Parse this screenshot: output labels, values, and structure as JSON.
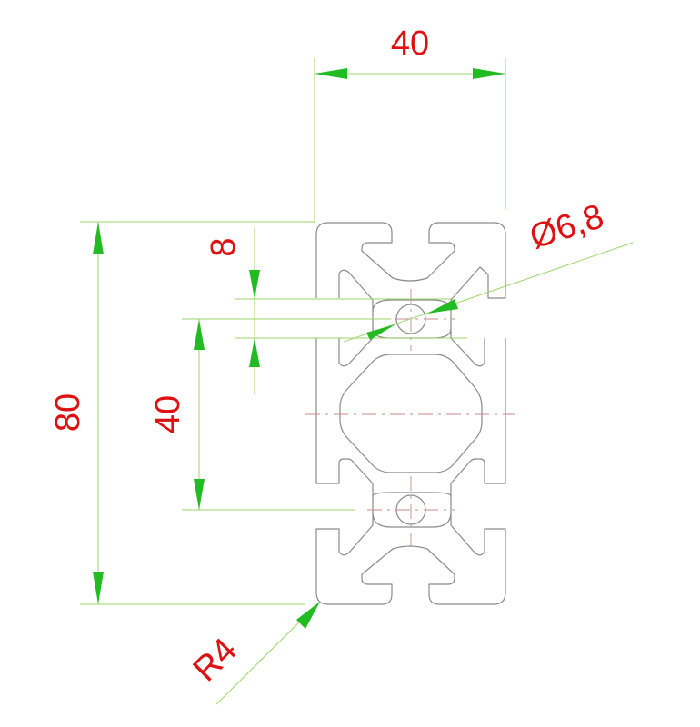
{
  "drawing": {
    "colors": {
      "dimension_text": "#dd1111",
      "dimension_line": "#9cd66a",
      "arrow": "#22bb22",
      "profile": "#8a8a8a",
      "centerline": "#c98a8a"
    },
    "dimensions": {
      "width": "40",
      "height": "80",
      "hole_spacing": "40",
      "hole_offset": "8",
      "hole_diameter": "Ø6,8",
      "corner_radius": "R4"
    }
  }
}
